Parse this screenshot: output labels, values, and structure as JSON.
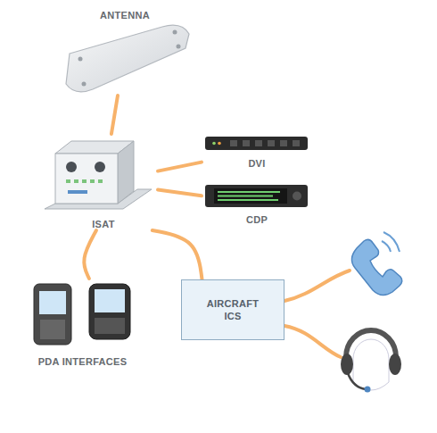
{
  "diagram": {
    "nodes": [
      {
        "text": [
          "ANTENNA"
        ]
      },
      {
        "text": [
          "ISAT"
        ]
      },
      {
        "text": [
          "DVI"
        ]
      },
      {
        "text": [
          "CDP"
        ]
      },
      {
        "text": [
          "PDA INTERFACES"
        ]
      },
      {
        "text": [
          "AIRCRAFT ICS"
        ]
      }
    ],
    "edges": [
      {
        "from": 0,
        "to": 1,
        "arrow": "none"
      },
      {
        "from": 1,
        "to": 2,
        "arrow": "none"
      },
      {
        "from": 1,
        "to": 3,
        "arrow": "none"
      },
      {
        "from": 1,
        "to": 4,
        "arrow": "none"
      },
      {
        "from": 1,
        "to": 5,
        "arrow": "none"
      }
    ]
  }
}
